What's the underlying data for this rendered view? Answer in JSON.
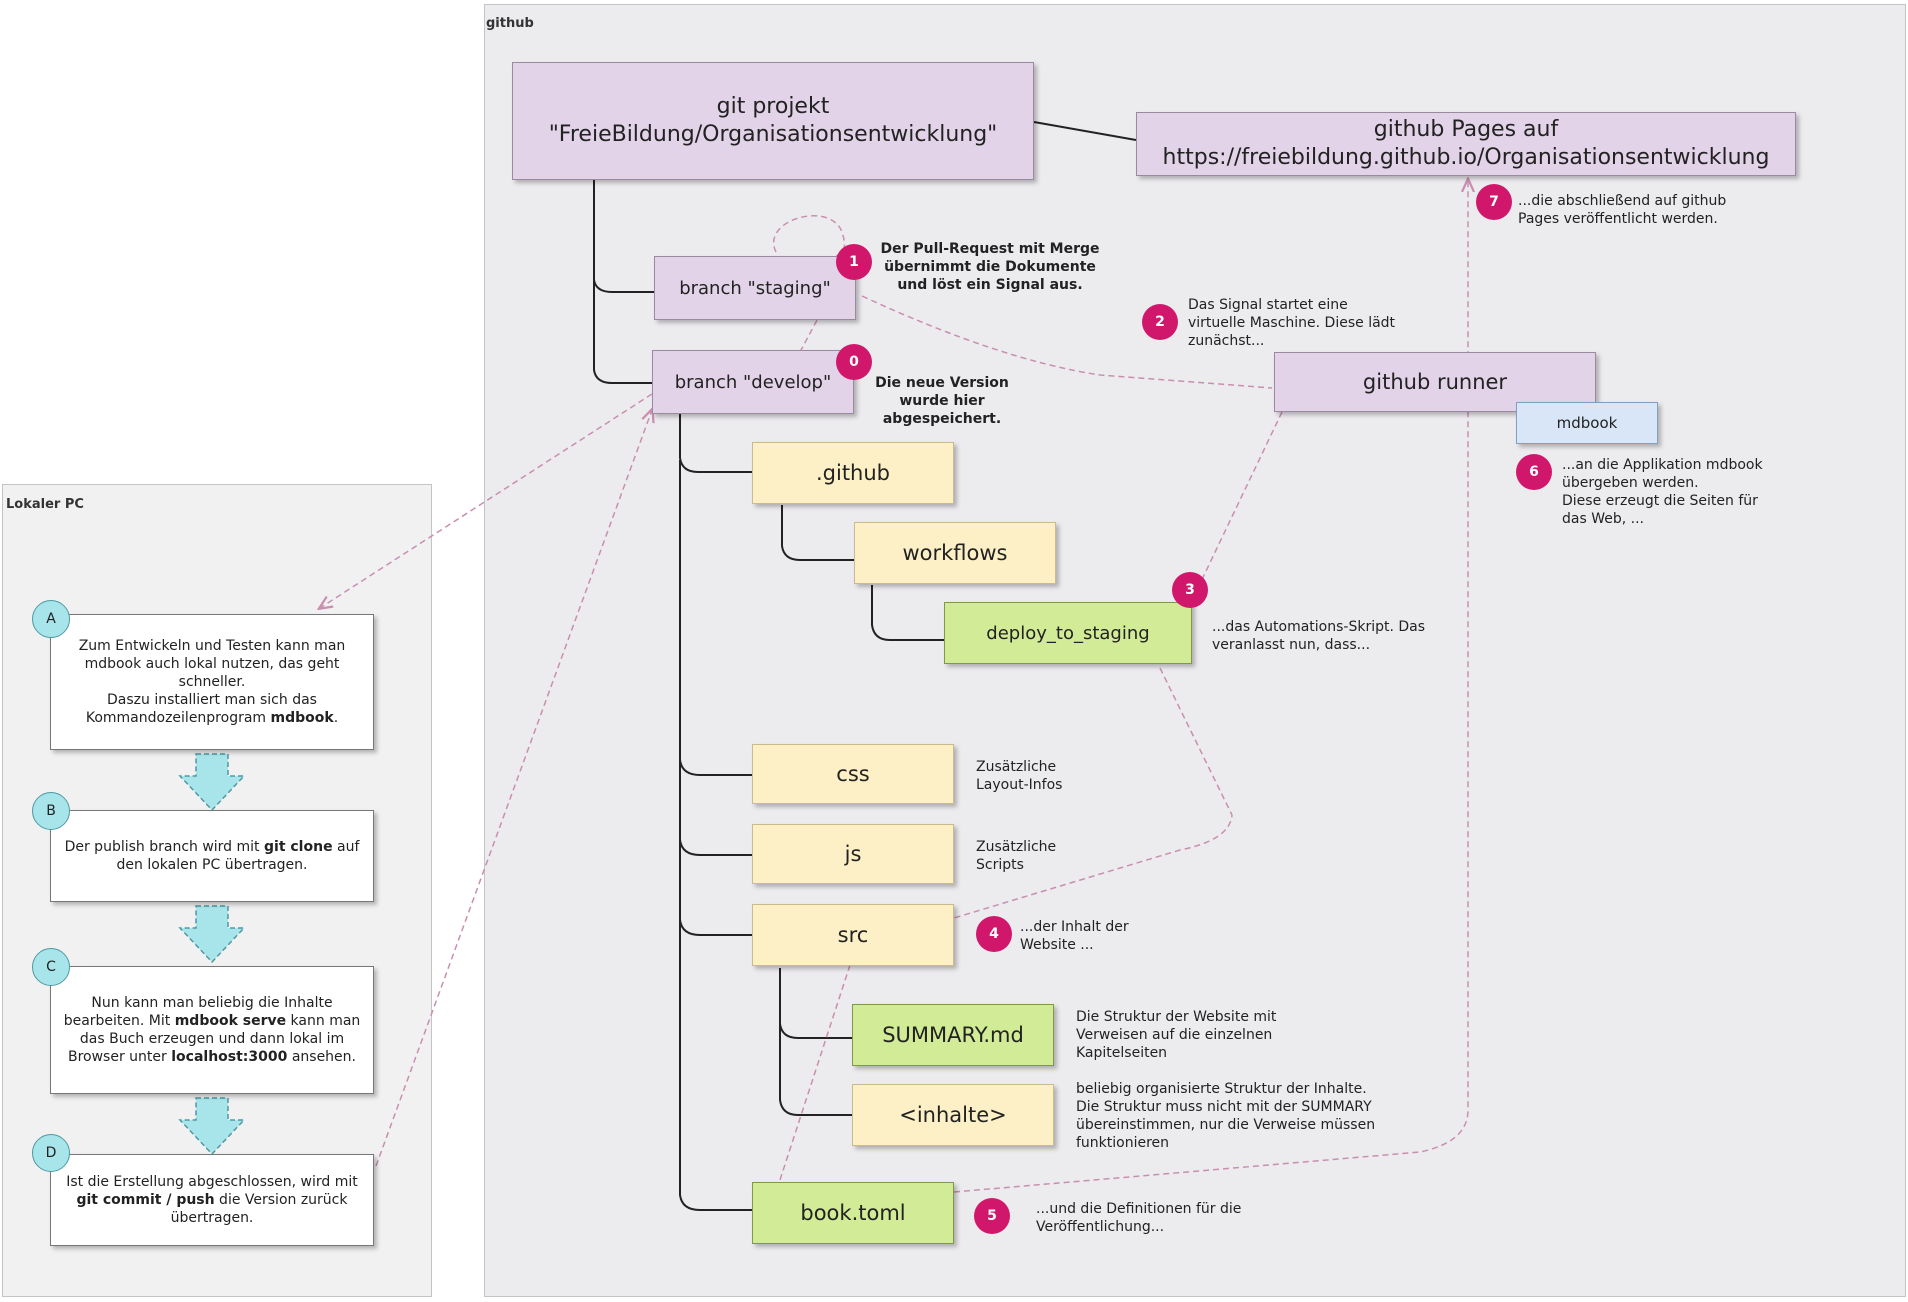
{
  "containers": {
    "github_title": "github",
    "local_title": "Lokaler PC"
  },
  "nodes": {
    "git_project": {
      "line1": "git projekt",
      "line2": "\"FreieBildung/Organisationsentwicklung\""
    },
    "github_pages": {
      "line1": "github Pages auf",
      "line2": "https://freiebildung.github.io/Organisationsentwicklung"
    },
    "branch_staging": "branch \"staging\"",
    "branch_develop": "branch \"develop\"",
    "github_runner": "github runner",
    "mdbook": "mdbook",
    "dot_github": ".github",
    "workflows": "workflows",
    "deploy_to_staging": "deploy_to_staging",
    "css": "css",
    "js": "js",
    "src": "src",
    "summary_md": "SUMMARY.md",
    "inhalte": "<inhalte>",
    "book_toml": "book.toml"
  },
  "badges": {
    "b0": "0",
    "b1": "1",
    "b2": "2",
    "b3": "3",
    "b4": "4",
    "b5": "5",
    "b6": "6",
    "b7": "7"
  },
  "notes": {
    "n0": [
      "Die neue Version",
      "wurde hier",
      "abgespeichert."
    ],
    "n1": [
      "Der Pull-Request mit Merge",
      "übernimmt die Dokumente",
      "und löst ein Signal aus."
    ],
    "n2": [
      "Das Signal startet eine",
      "virtuelle Maschine. Diese lädt",
      "zunächst..."
    ],
    "n3": [
      "...das Automations-Skript. Das",
      "veranlasst nun, dass..."
    ],
    "n4": [
      "...der Inhalt der",
      "Website ..."
    ],
    "n5": [
      "...und die Definitionen für die",
      "Veröffentlichung..."
    ],
    "n6": [
      "...an die Applikation mdbook",
      "übergeben werden.",
      "Diese erzeugt die Seiten für",
      "das Web, ..."
    ],
    "n7": [
      "...die abschließend auf github",
      "Pages veröffentlicht werden."
    ],
    "css": [
      "Zusätzliche",
      "Layout-Infos"
    ],
    "js": [
      "Zusätzliche",
      "Scripts"
    ],
    "summary": [
      "Die Struktur der Website mit",
      "Verweisen auf die einzelnen",
      "Kapitelseiten"
    ],
    "inhalte": [
      "beliebig organisierte Struktur der Inhalte.",
      "Die Struktur muss nicht mit der SUMMARY",
      "übereinstimmen, nur die Verweise müssen",
      "funktionieren"
    ]
  },
  "steps": [
    {
      "badge": "A",
      "lines": [
        "Zum Entwickeln und Testen kann man",
        "mdbook auch lokal nutzen, das geht",
        "schneller.",
        "Daszu installiert man sich das",
        "Kommandozeilenprogram ",
        "mdbook",
        "."
      ]
    },
    {
      "badge": "B",
      "text1": "Der publish branch wird  mit ",
      "bold1": "git clone",
      "text2": " auf",
      "text3": "den lokalen PC übertragen."
    },
    {
      "badge": "C",
      "line1": "Nun kann man beliebig die Inhalte",
      "line2a": "bearbeiten.  Mit ",
      "line2b": "mdbook serve",
      "line2c": " kann man",
      "line3": "das Buch erzeugen und dann lokal im",
      "line4a": "Browser unter ",
      "line4b": "localhost:3000",
      "line4c": " ansehen."
    },
    {
      "badge": "D",
      "line1": "Ist die Erstellung abgeschlossen, wird mit",
      "line2a": "git commit / push",
      "line2b": " die Version zurück",
      "line3": "übertragen."
    }
  ],
  "colors": {
    "purple_box": "#e2d3e8",
    "yellow_box": "#fdf0c6",
    "green_box": "#d1eb96",
    "blue_box": "#d8e6f7",
    "badge": "#d1176b",
    "step_badge": "#a8e5ea",
    "arrow": "#c98fb0"
  }
}
